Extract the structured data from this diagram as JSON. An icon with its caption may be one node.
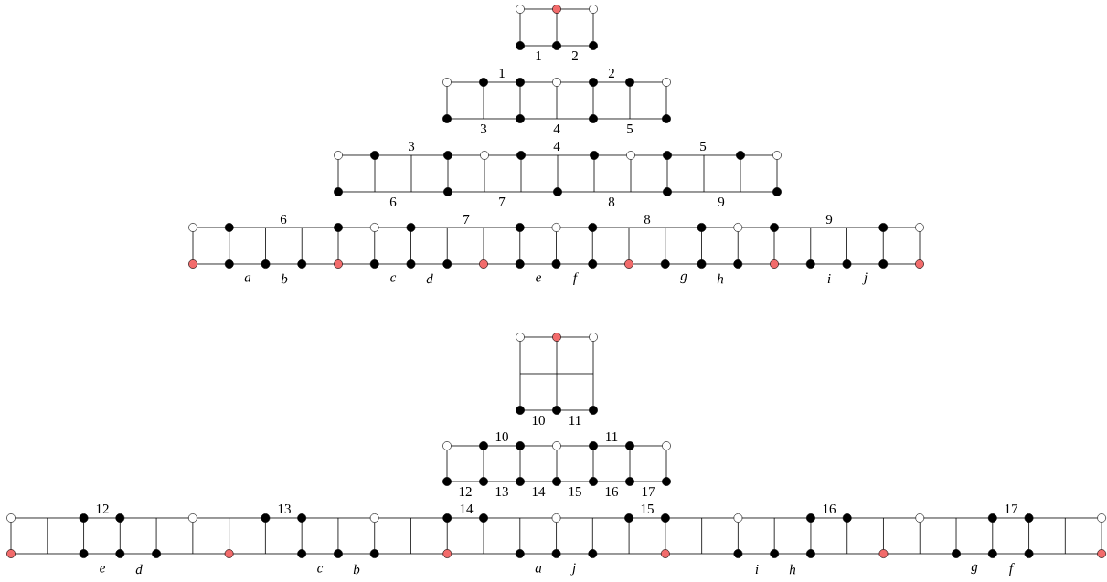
{
  "diagram": {
    "labels": [
      "1",
      "2",
      "1",
      "2",
      "3",
      "4",
      "5",
      "3",
      "4",
      "5",
      "6",
      "7",
      "8",
      "9",
      "6",
      "7",
      "8",
      "9",
      "a",
      "b",
      "c",
      "d",
      "e",
      "f",
      "g",
      "h",
      "i",
      "j",
      "10",
      "11",
      "10",
      "11",
      "12",
      "13",
      "14",
      "15",
      "16",
      "17",
      "12",
      "13",
      "14",
      "15",
      "16",
      "17",
      "e",
      "d",
      "c",
      "b",
      "a",
      "j",
      "i",
      "h",
      "g",
      "f"
    ]
  }
}
